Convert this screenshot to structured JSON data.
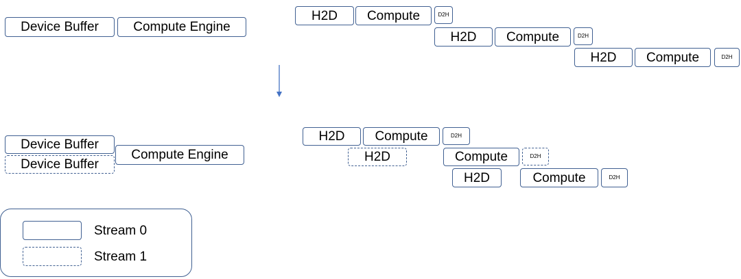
{
  "top": {
    "device_buffer": "Device Buffer",
    "compute_engine": "Compute Engine",
    "rows": [
      {
        "h2d": "H2D",
        "compute": "Compute",
        "d2h": "D2H"
      },
      {
        "h2d": "H2D",
        "compute": "Compute",
        "d2h": "D2H"
      },
      {
        "h2d": "H2D",
        "compute": "Compute",
        "d2h": "D2H"
      }
    ]
  },
  "bottom": {
    "device_buffer_0": "Device Buffer",
    "device_buffer_1": "Device Buffer",
    "compute_engine": "Compute Engine",
    "stream0_row1": {
      "h2d": "H2D",
      "compute": "Compute",
      "d2h": "D2H"
    },
    "stream1_row": {
      "h2d": "H2D",
      "compute": "Compute",
      "d2h": "D2H"
    },
    "stream0_row2": {
      "h2d": "H2D",
      "compute": "Compute",
      "d2h": "D2H"
    }
  },
  "legend": {
    "stream0": "Stream 0",
    "stream1": "Stream 1"
  },
  "colors": {
    "border": "#3f5f91",
    "arrow": "#4472c4"
  }
}
